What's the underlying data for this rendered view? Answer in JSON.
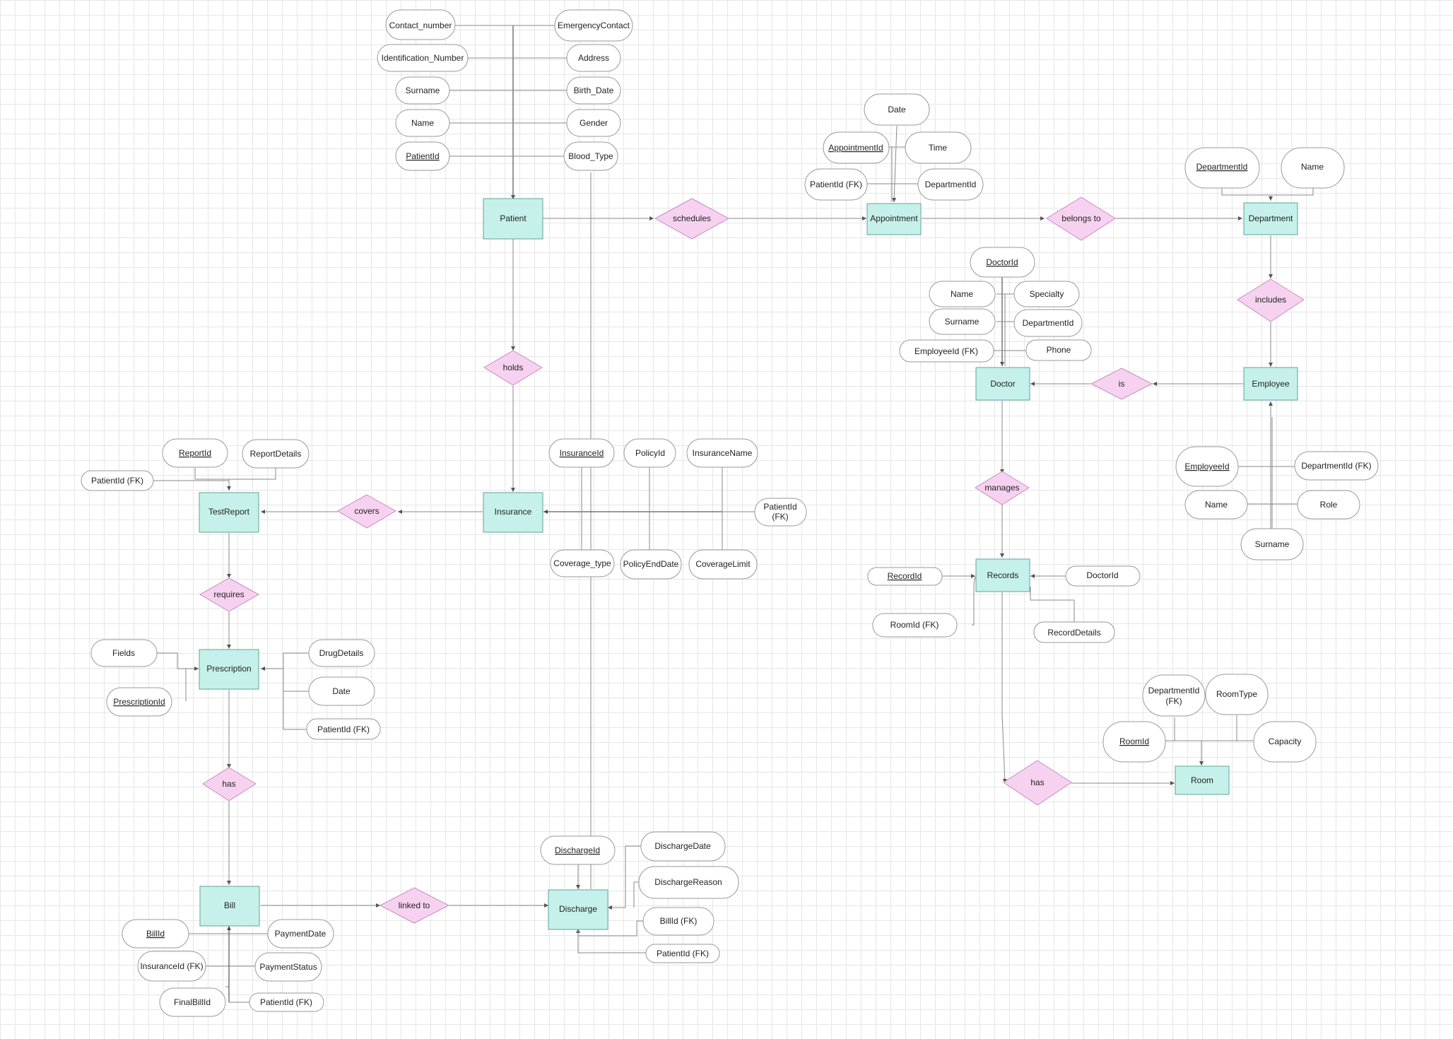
{
  "entities": {
    "patient": "Patient",
    "appointment": "Appointment",
    "department": "Department",
    "doctor": "Doctor",
    "employee": "Employee",
    "records": "Records",
    "room": "Room",
    "insurance": "Insurance",
    "testreport": "TestReport",
    "prescription": "Prescription",
    "bill": "Bill",
    "discharge": "Discharge"
  },
  "relationships": {
    "schedules": "schedules",
    "belongs_to": "belongs to",
    "includes": "includes",
    "is": "is",
    "manages": "manages",
    "holds": "holds",
    "covers": "covers",
    "requires": "requires",
    "has_bill": "has",
    "has_room": "has",
    "linked_to": "linked to"
  },
  "attributes": {
    "patient": {
      "contact_number": "Contact_number",
      "identification_number": "Identification_Number",
      "surname": "Surname",
      "name": "Name",
      "patient_id": "PatientId",
      "emergency_contact": "EmergencyContact",
      "address": "Address",
      "birth_date": "Birth_Date",
      "gender": "Gender",
      "blood_type": "Blood_Type"
    },
    "appointment": {
      "date": "Date",
      "appointment_id": "AppointmentId",
      "time": "Time",
      "patient_id_fk": "PatientId (FK)",
      "department_id": "DepartmentId"
    },
    "department": {
      "department_id": "DepartmentId",
      "name": "Name"
    },
    "doctor": {
      "doctor_id": "DoctorId",
      "name": "Name",
      "specialty": "Specialty",
      "surname": "Surname",
      "department_id": "DepartmentId",
      "employee_id_fk": "EmployeeId (FK)",
      "phone": "Phone"
    },
    "employee": {
      "employee_id": "EmployeeId",
      "department_id_fk": "DepartmentId (FK)",
      "name": "Name",
      "role": "Role",
      "surname": "Surname"
    },
    "records": {
      "record_id": "RecordId",
      "doctor_id": "DoctorId",
      "room_id_fk": "RoomId (FK)",
      "record_details": "RecordDetails"
    },
    "room": {
      "department_id_fk_line1": "DepartmentId",
      "department_id_fk_line2": "(FK)",
      "room_type": "RoomType",
      "room_id": "RoomId",
      "capacity": "Capacity"
    },
    "insurance": {
      "insurance_id": "InsuranceId",
      "policy_id": "PolicyId",
      "insurance_name": "InsuranceName",
      "patient_id_fk_line1": "PatientId",
      "patient_id_fk_line2": "(FK)",
      "coverage_type": "Coverage_type",
      "policy_end_date": "PolicyEndDate",
      "coverage_limit": "CoverageLimit"
    },
    "testreport": {
      "report_id": "ReportId",
      "report_details": "ReportDetails",
      "patient_id_fk": "PatientId (FK)"
    },
    "prescription": {
      "fields": "Fields",
      "prescription_id": "PrescriptionId",
      "drug_details": "DrugDetails",
      "date": "Date",
      "patient_id_fk": "PatientId (FK)"
    },
    "bill": {
      "bill_id": "BillId",
      "payment_date": "PaymentDate",
      "insurance_id_fk": "InsuranceId (FK)",
      "payment_status": "PaymentStatus",
      "final_bill_id": "FinalBillId",
      "patient_id_fk": "PatientId (FK)"
    },
    "discharge": {
      "discharge_id": "DischargeId",
      "discharge_date": "DischargeDate",
      "discharge_reason": "DischargeReason",
      "bill_id_fk": "BillId (FK)",
      "patient_id_fk": "PatientId (FK)"
    }
  },
  "colors": {
    "entity_fill": "#c5f1ea",
    "entity_stroke": "#62a39a",
    "relation_fill": "#f6d2f0",
    "relation_stroke": "#c68cbd",
    "attribute_fill": "#ffffff",
    "line": "#8a8a8a",
    "grid": "#e6e6e6"
  }
}
